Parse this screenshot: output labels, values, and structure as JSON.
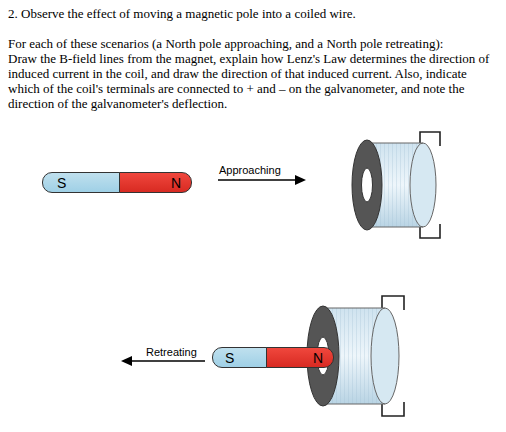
{
  "diagram": {
    "nodes": [
      {
        "text": [
          "S"
        ]
      },
      {
        "text": [
          "N"
        ]
      },
      {
        "text": [
          "S"
        ]
      },
      {
        "text": [
          "N"
        ]
      }
    ],
    "labels": [
      "2. Observe the effect of moving a magnetic pole into a coiled wire.",
      "For each of these scenarios (a North pole approaching, and a North pole retreating):",
      "Draw the B-field lines from the magnet, explain how Lenz's Law determines the direction of induced current in the coil, and draw the direction of that induced current. Also, indicate which of the coil's terminals are connected to + and – on the galvanometer, and note the direction of the galvanometer's deflection.",
      "Approaching",
      "Retreating"
    ]
  }
}
